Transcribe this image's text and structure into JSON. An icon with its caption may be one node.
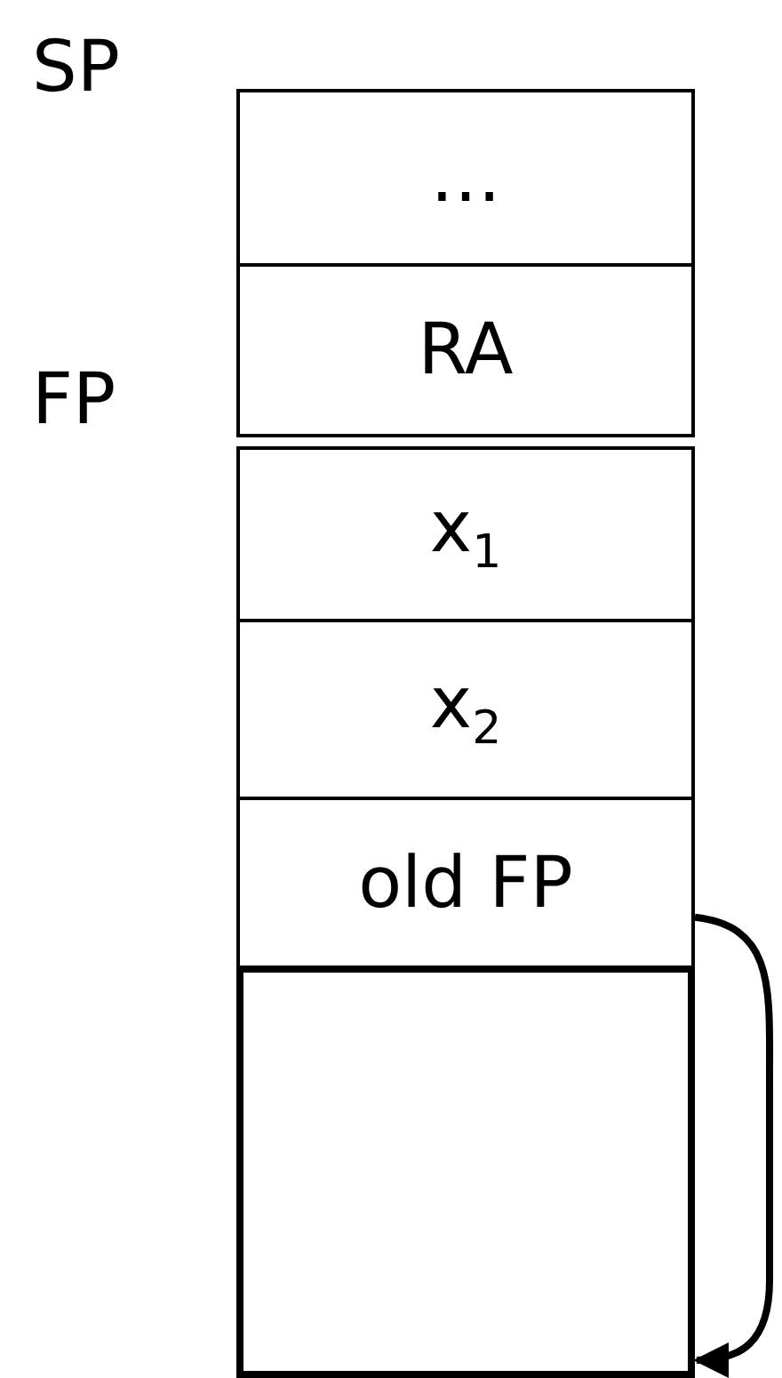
{
  "diagram": {
    "nodes": [
      {
        "text": [
          "…"
        ]
      },
      {
        "text": [
          "RA"
        ]
      },
      {
        "text": [
          "x$_{1}$"
        ]
      },
      {
        "text": [
          "x$_{2}$"
        ]
      },
      {
        "text": [
          "old FP"
        ]
      },
      {
        "text": [],
        "shape": "box"
      }
    ],
    "edges": [
      {
        "from": 4,
        "to": 5,
        "arrow": "to"
      }
    ],
    "labels": [
      "SP",
      "FP"
    ]
  }
}
